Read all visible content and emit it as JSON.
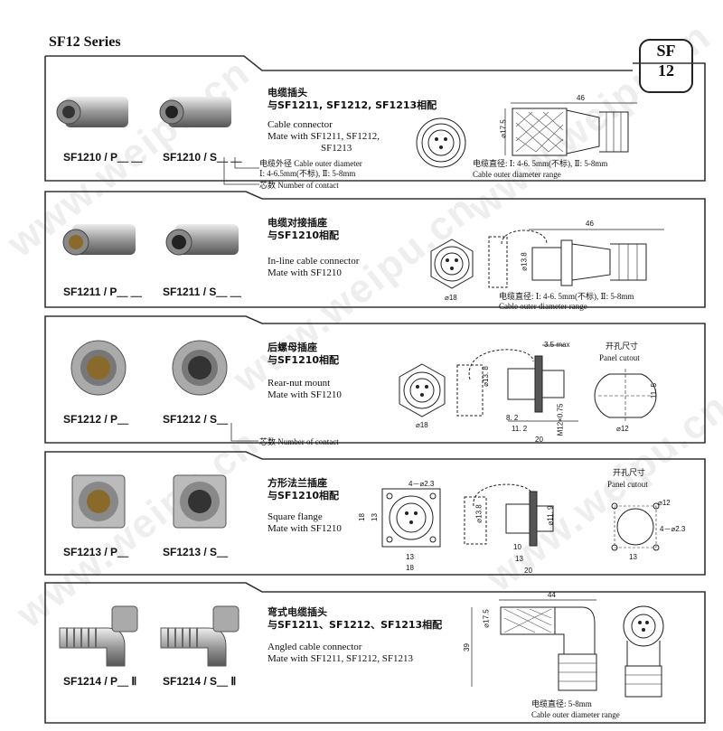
{
  "series_title": "SF12 Series",
  "badge": {
    "line1": "SF",
    "line2": "12"
  },
  "watermark": "www.weipu.cn",
  "sections": [
    {
      "codes": [
        "SF1210 / P＿ ＿",
        "SF1210 / S＿ ＿"
      ],
      "cn_title": "电缆插头",
      "cn_mate": "与SF1211, SF1212, SF1213相配",
      "en_title": "Cable connector",
      "en_mate_1": "Mate with SF1211, SF1212,",
      "en_mate_2": "SF1213",
      "note_cable_1": "电缆外径 Cable outer diameter",
      "note_cable_2": "Ⅰ: 4-6.5mm(不标), Ⅱ: 5-8mm",
      "note_contact": "芯数 Number of contact",
      "dim_length": "46",
      "dim_dia": "⌀17.5",
      "cable_cn": "电缆直径: Ⅰ: 4-6. 5mm(不标), Ⅱ: 5-8mm",
      "cable_en": "Cable outer diameter range"
    },
    {
      "codes": [
        "SF1211 / P＿ ＿",
        "SF1211 / S＿ ＿"
      ],
      "cn_title": "电缆对接插座",
      "cn_mate": "与SF1210相配",
      "en_title": "In-line cable connector",
      "en_mate_1": "Mate with  SF1210",
      "dim_length": "46",
      "dim_dia": "⌀13.8",
      "dim_face": "⌀18",
      "cable_cn": "电缆直径: Ⅰ: 4-6. 5mm(不标), Ⅱ: 5-8mm",
      "cable_en": "Cable outer diameter range"
    },
    {
      "codes": [
        "SF1212 / P＿",
        "SF1212 / S＿"
      ],
      "cn_title": "后螺母插座",
      "cn_mate": "与SF1210相配",
      "en_title": "Rear-nut mount",
      "en_mate_1": "Mate with  SF1210",
      "note_contact": "芯数 Number of contact",
      "dim_max": "3.5 max",
      "dim_dia": "⌀13. 8",
      "dim_face": "⌀18",
      "dim_a": "8. 2",
      "dim_b": "11. 2",
      "dim_c": "20",
      "dim_thread": "M12×0.75",
      "cutout_cn": "开孔尺寸",
      "cutout_en": "Panel cutout",
      "cutout_h": "11. 5",
      "cutout_d": "⌀12"
    },
    {
      "codes": [
        "SF1213 / P＿",
        "SF1213 / S＿"
      ],
      "cn_title": "方形法兰插座",
      "cn_mate": "与SF1210相配",
      "en_title": "Square flange",
      "en_mate_1": "Mate with  SF1210",
      "dim_holes": "4－⌀2.3",
      "dim_side": "18",
      "dim_inner": "13",
      "dim_d1": "⌀13.8",
      "dim_d2": "⌀11. 9",
      "dim_a": "10",
      "dim_b": "13",
      "dim_c": "20",
      "cutout_cn": "开孔尺寸",
      "cutout_en": "Panel cutout",
      "cutout_d": "⌀12",
      "cutout_holes": "4－⌀2.3",
      "cutout_pitch": "13"
    },
    {
      "codes": [
        "SF1214 / P＿ Ⅱ",
        "SF1214 / S＿ Ⅱ"
      ],
      "cn_title": "弯式电缆插头",
      "cn_mate": "与SF1211、SF1212、SF1213相配",
      "en_title": "Angled cable connector",
      "en_mate_1": "Mate with  SF1211, SF1212, SF1213",
      "dim_length": "44",
      "dim_dia": "⌀17.5",
      "dim_height": "39",
      "cable_cn": "电缆直径: 5-8mm",
      "cable_en": "Cable outer diameter range"
    }
  ]
}
